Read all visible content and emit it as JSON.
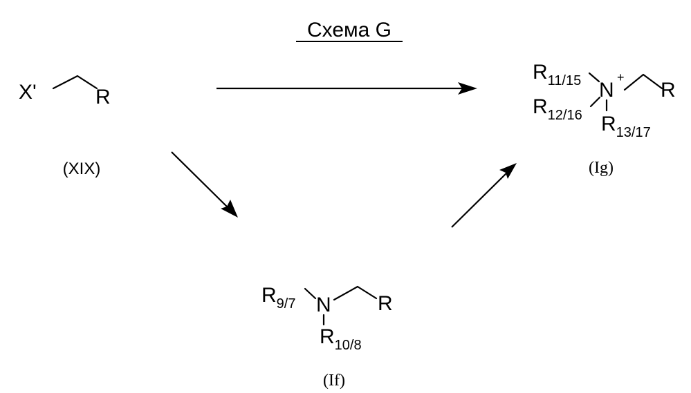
{
  "scheme": {
    "title": "Схема G"
  },
  "compounds": {
    "xix": {
      "label": "(XIX)",
      "atom_x": "X'",
      "atom_r": "R"
    },
    "ig": {
      "label": "(Ig)",
      "r_top": "R",
      "r_top_sub": "11/15",
      "n": "N",
      "charge": "+",
      "r_right": "R",
      "r_left": "R",
      "r_left_sub": "12/16",
      "r_bottom": "R",
      "r_bottom_sub": "13/17"
    },
    "if": {
      "label": "(If)",
      "r_left": "R",
      "r_left_sub": "9/7",
      "n": "N",
      "r_right": "R",
      "r_bottom": "R",
      "r_bottom_sub": "10/8"
    }
  }
}
